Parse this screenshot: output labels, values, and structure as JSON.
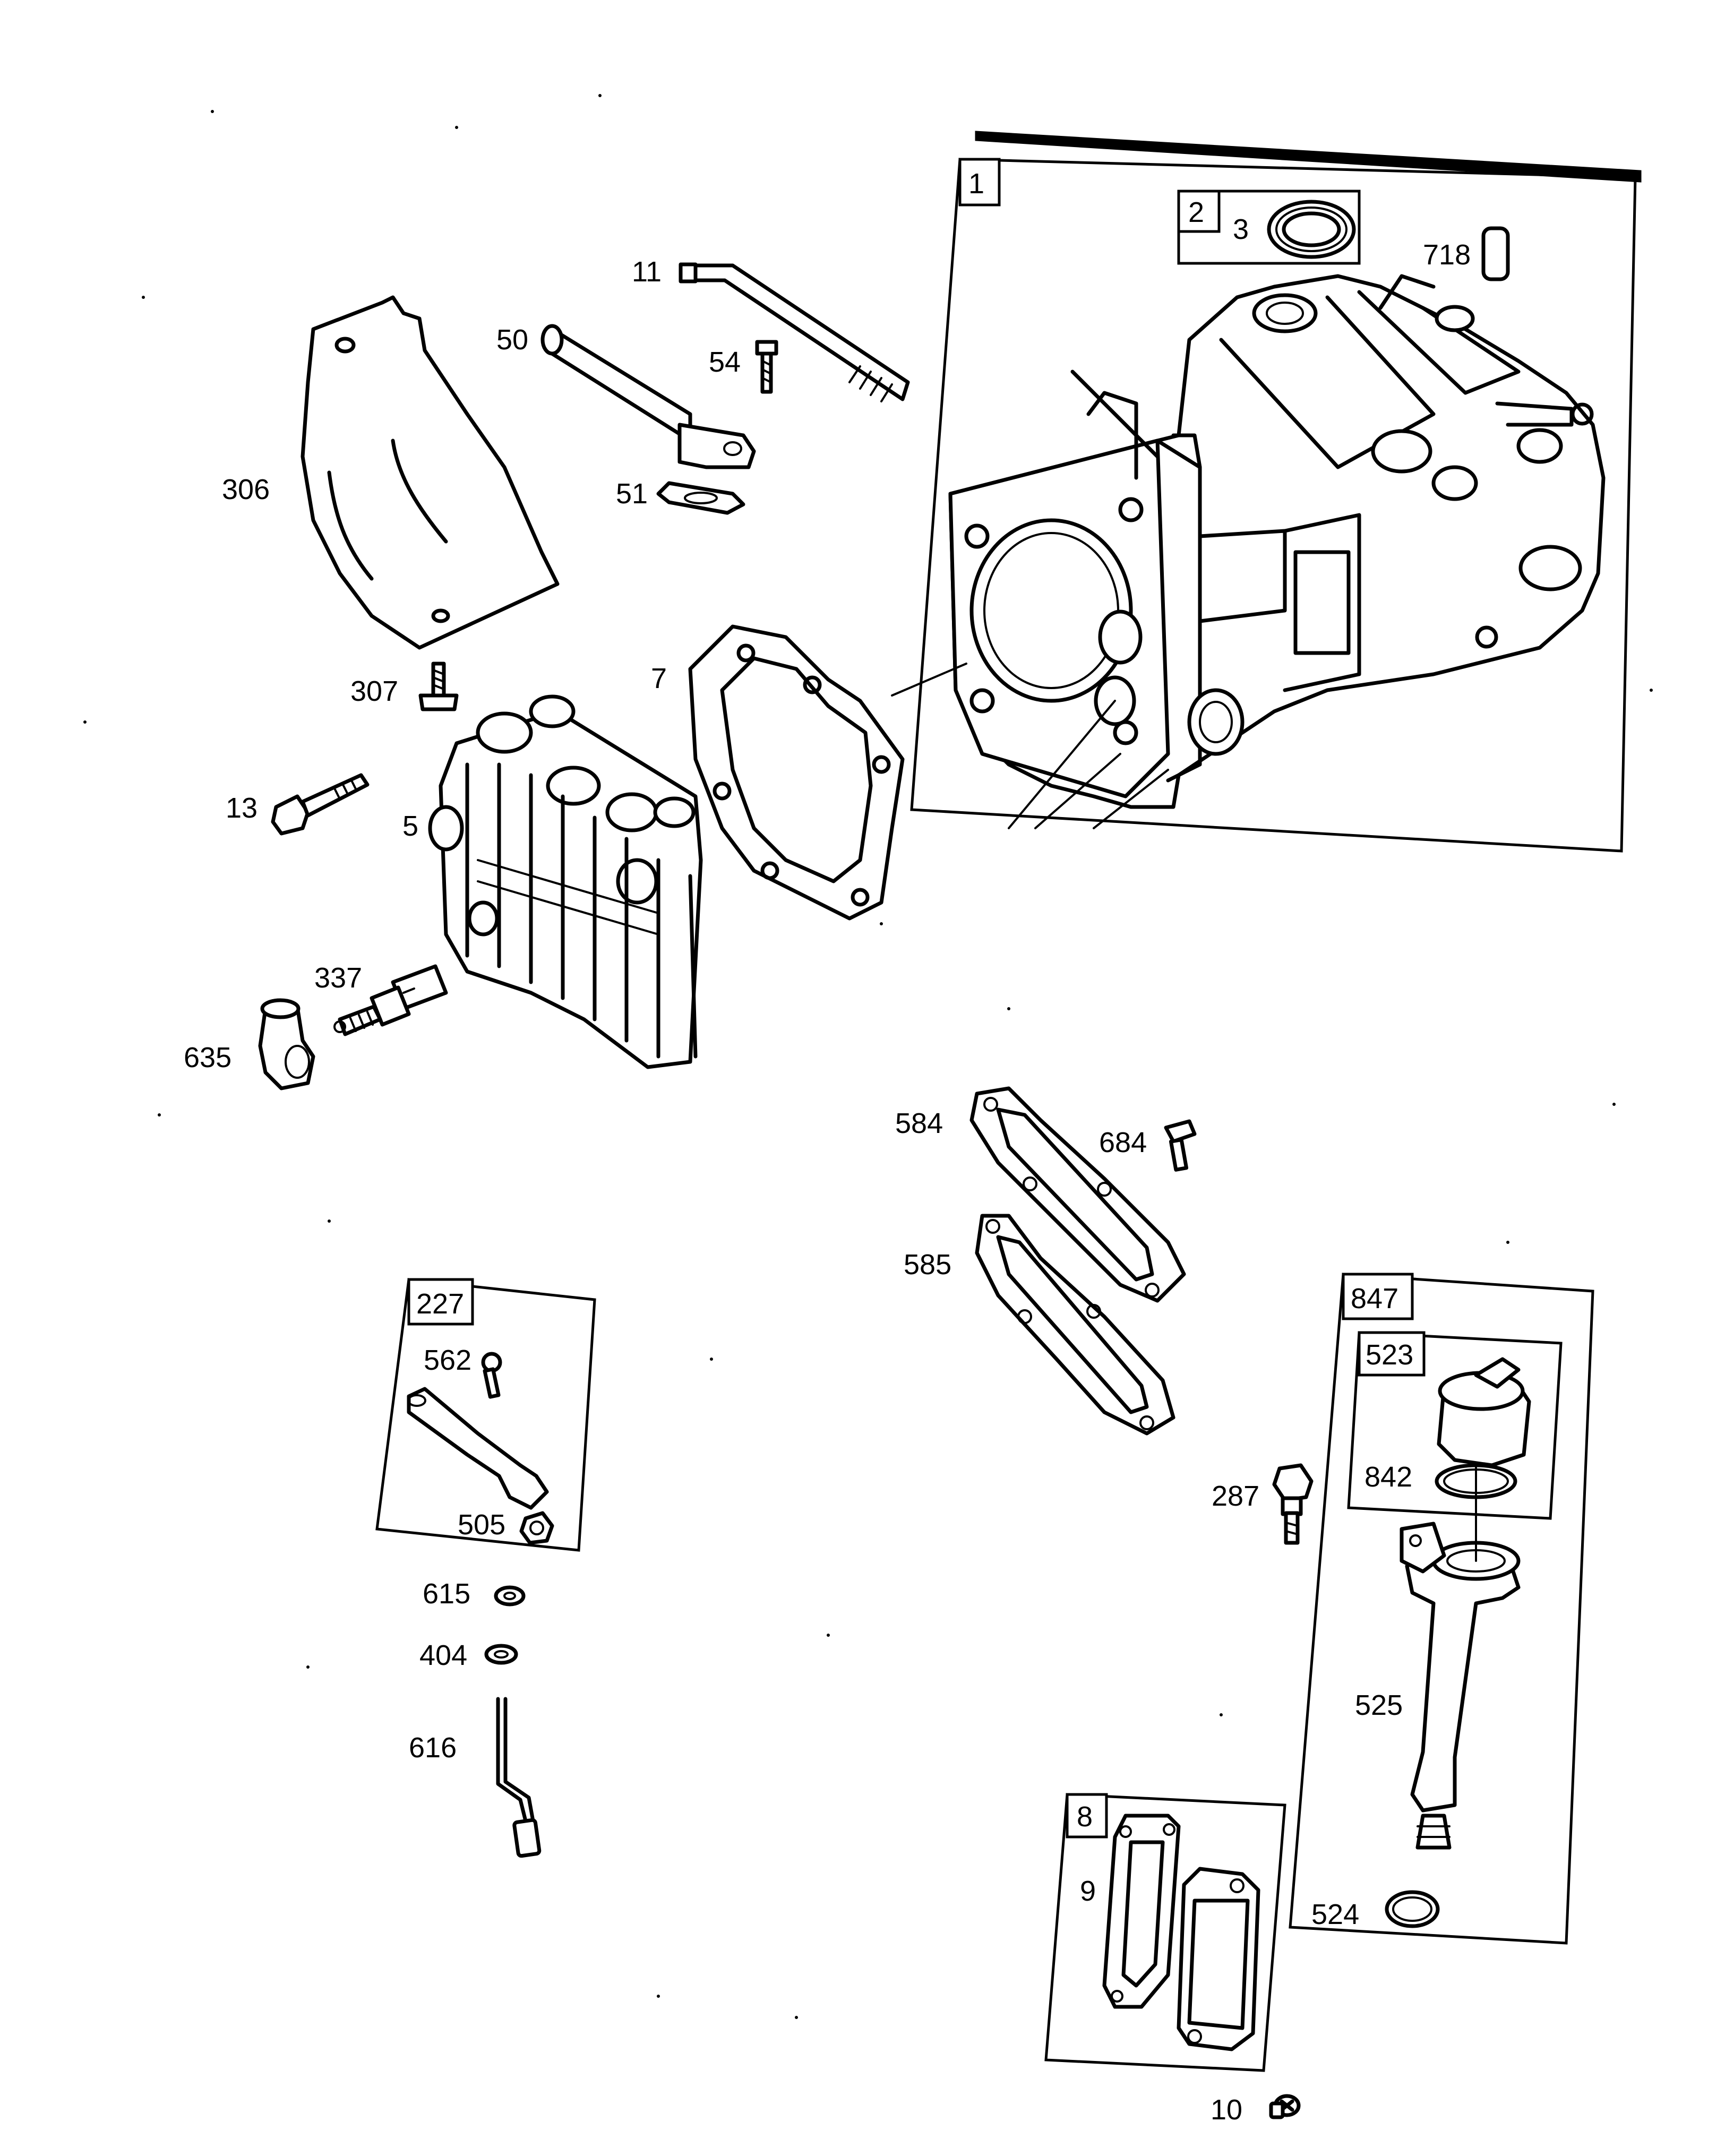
{
  "labels": {
    "p1": "1",
    "p2": "2",
    "p3": "3",
    "p718": "718",
    "p11": "11",
    "p50": "50",
    "p54": "54",
    "p51": "51",
    "p306": "306",
    "p307": "307",
    "p7": "7",
    "p13": "13",
    "p5": "5",
    "p337": "337",
    "p635": "635",
    "p584": "584",
    "p684": "684",
    "p585": "585",
    "p227": "227",
    "p562": "562",
    "p505": "505",
    "p615": "615",
    "p404": "404",
    "p616": "616",
    "p847": "847",
    "p523": "523",
    "p842": "842",
    "p287": "287",
    "p525": "525",
    "p524": "524",
    "p8": "8",
    "p9": "9",
    "p10": "10"
  }
}
